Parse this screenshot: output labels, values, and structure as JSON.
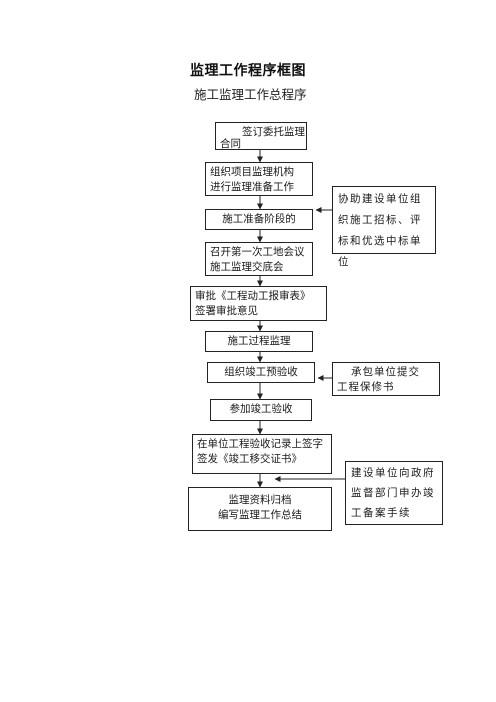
{
  "title": "监理工作程序框图",
  "subtitle": "施工监理工作总程序",
  "steps": {
    "s1": {
      "line1": "签订委托监理",
      "line2": "合同"
    },
    "s2": {
      "line1": "组织项目监理机构",
      "line2": "进行监理准备工作"
    },
    "s3": {
      "line1": "施工准备阶段的"
    },
    "s4": {
      "line1": "召开第一次工地会议",
      "line2": "施工监理交底会"
    },
    "s5": {
      "line1": "审批《工程动工报审表》",
      "line2": "签署审批意见"
    },
    "s6": {
      "line1": "施工过程监理"
    },
    "s7": {
      "line1": "组织竣工预验收"
    },
    "s8": {
      "line1": "参加竣工验收"
    },
    "s9": {
      "line1": "在单位工程验收记录上签字",
      "line2": "签发《竣工移交证书》"
    },
    "s10": {
      "line1": "监理资料归档",
      "line2": "编写监理工作总结"
    }
  },
  "side_notes": {
    "n1": "协助建设单位组织施工招标、评标和优选中标单位",
    "n2": {
      "line1": "承包单位提交",
      "line2": "工程保修书"
    },
    "n3": "建设单位向政府监督部门申办竣工备案手续"
  }
}
